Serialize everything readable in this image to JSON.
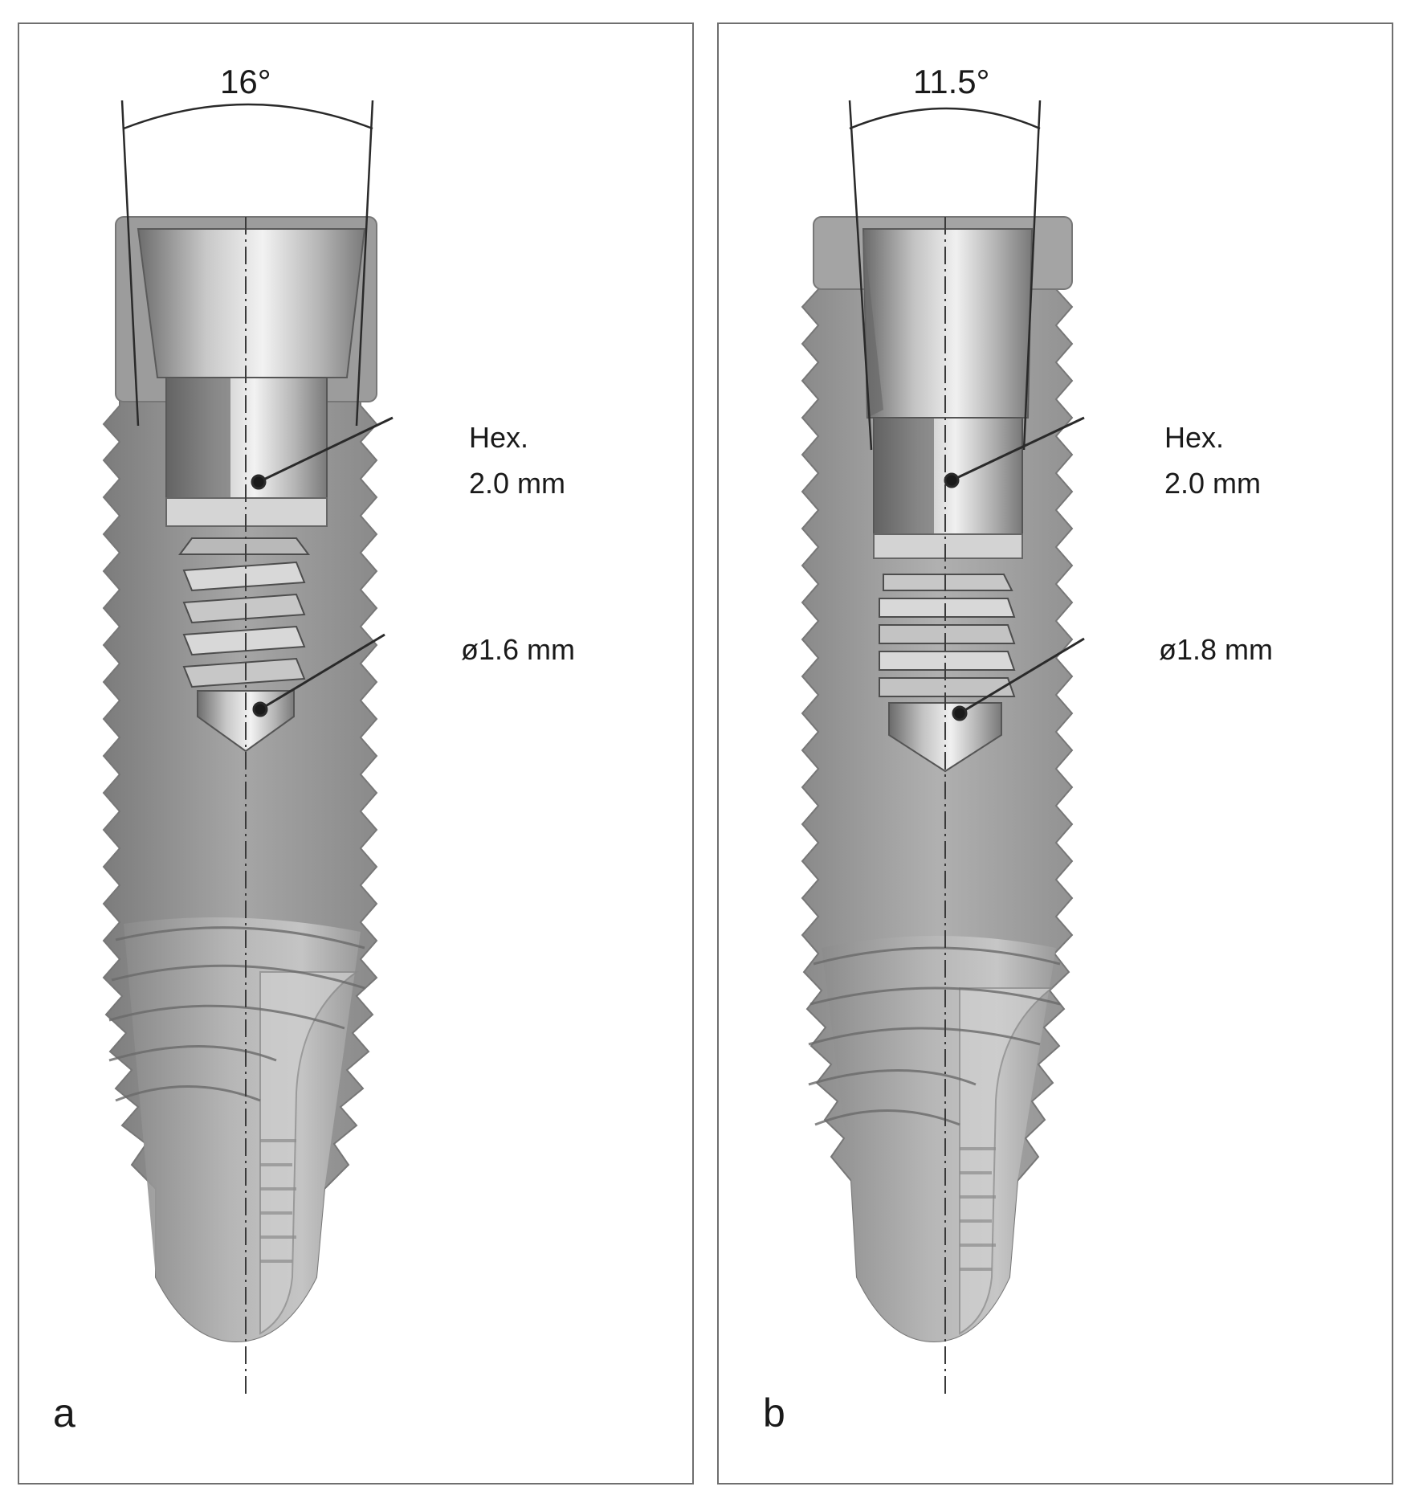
{
  "panels": [
    {
      "id": "a",
      "letter": "a",
      "angle": "16°",
      "hex_line1": "Hex.",
      "hex_line2": "2.0 mm",
      "diameter": "ø1.6 mm"
    },
    {
      "id": "b",
      "letter": "b",
      "angle": "11.5°",
      "hex_line1": "Hex.",
      "hex_line2": "2.0 mm",
      "diameter": "ø1.8 mm"
    }
  ],
  "colors": {
    "body_gray": "#9a9a9a",
    "metal_light": "#e2e2e2",
    "metal_dark": "#6a6a6a",
    "line": "#2a2a2a",
    "border": "#6f6f6f"
  }
}
